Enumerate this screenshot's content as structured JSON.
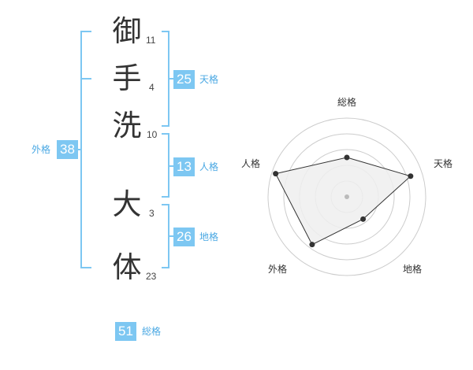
{
  "name_chars": [
    {
      "char": "御",
      "strokes": "11"
    },
    {
      "char": "手",
      "strokes": "4"
    },
    {
      "char": "洗",
      "strokes": "10"
    },
    {
      "char": "大",
      "strokes": "3"
    },
    {
      "char": "体",
      "strokes": "23"
    }
  ],
  "kakusu": {
    "tenkaku": {
      "value": "25",
      "label": "天格"
    },
    "jinkaku": {
      "value": "13",
      "label": "人格"
    },
    "chikaku": {
      "value": "26",
      "label": "地格"
    },
    "gaikaku": {
      "value": "38",
      "label": "外格"
    },
    "soukaku": {
      "value": "51",
      "label": "総格"
    }
  },
  "radar": {
    "axes": [
      "総格",
      "天格",
      "地格",
      "外格",
      "人格"
    ],
    "values": [
      0.5,
      0.85,
      0.35,
      0.75,
      0.95
    ],
    "line_color": "#333333",
    "fill_color": "#eeeeee",
    "grid_color": "#cccccc"
  },
  "colors": {
    "accent": "#7dc7f2",
    "accent_text": "#4aa8e3"
  }
}
